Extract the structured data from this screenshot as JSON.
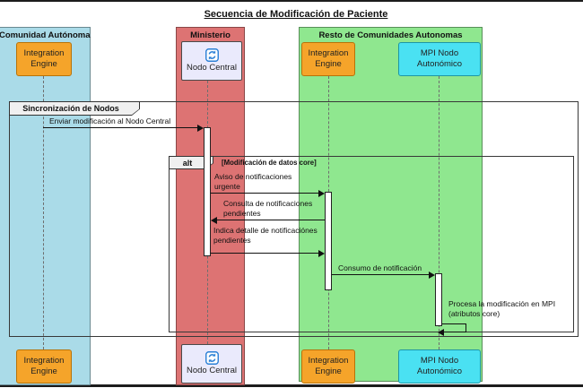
{
  "title": "Secuencia de Modificación de Paciente",
  "lanes": {
    "comunidad": {
      "label": "Comunidad Autónoma",
      "color": "#aadbe8"
    },
    "ministerio": {
      "label": "Ministerio",
      "color": "#dd7373"
    },
    "resto": {
      "label": "Resto de Comunidades Autonomas",
      "color": "#8fe78f"
    }
  },
  "participants": {
    "integration_engine_left": {
      "label": "Integration Engine",
      "color": "#f5a42a"
    },
    "nodo_central": {
      "label": "Nodo Central",
      "color": "#eaeafc",
      "icon": "sync-icon"
    },
    "integration_engine_right": {
      "label": "Integration Engine",
      "color": "#f5a42a"
    },
    "mpi": {
      "label": "MPI Nodo Autonómico",
      "color": "#4ae1f2"
    }
  },
  "frames": {
    "sync": {
      "label": "Sincronización de Nodos"
    },
    "alt": {
      "label": "alt",
      "guard": "[Modificación de datos core]"
    }
  },
  "messages": [
    {
      "from": "integration_engine_left",
      "to": "nodo_central",
      "text": "Enviar modificación al Nodo Central"
    },
    {
      "from": "nodo_central",
      "to": "integration_engine_right",
      "text": "Aviso de notificaciones urgente"
    },
    {
      "from": "integration_engine_right",
      "to": "nodo_central",
      "text": "Consulta de notificaciones pendientes"
    },
    {
      "from": "nodo_central",
      "to": "integration_engine_right",
      "text": "Indica detalle de notificaciónes pendientes"
    },
    {
      "from": "integration_engine_right",
      "to": "mpi",
      "text": "Consumo de notificación"
    },
    {
      "from": "mpi",
      "to": "mpi",
      "text": "Procesa la modificación en MPI (atributos core)"
    }
  ],
  "colors": {
    "lane_blue": "#aadbe8",
    "lane_red": "#dd7373",
    "lane_green": "#8fe78f",
    "actor_orange": "#f5a42a",
    "actor_cyan": "#4ae1f2",
    "actor_lavender": "#eaeafc",
    "icon_blue": "#2a7fd6",
    "frame_border": "#383838"
  }
}
